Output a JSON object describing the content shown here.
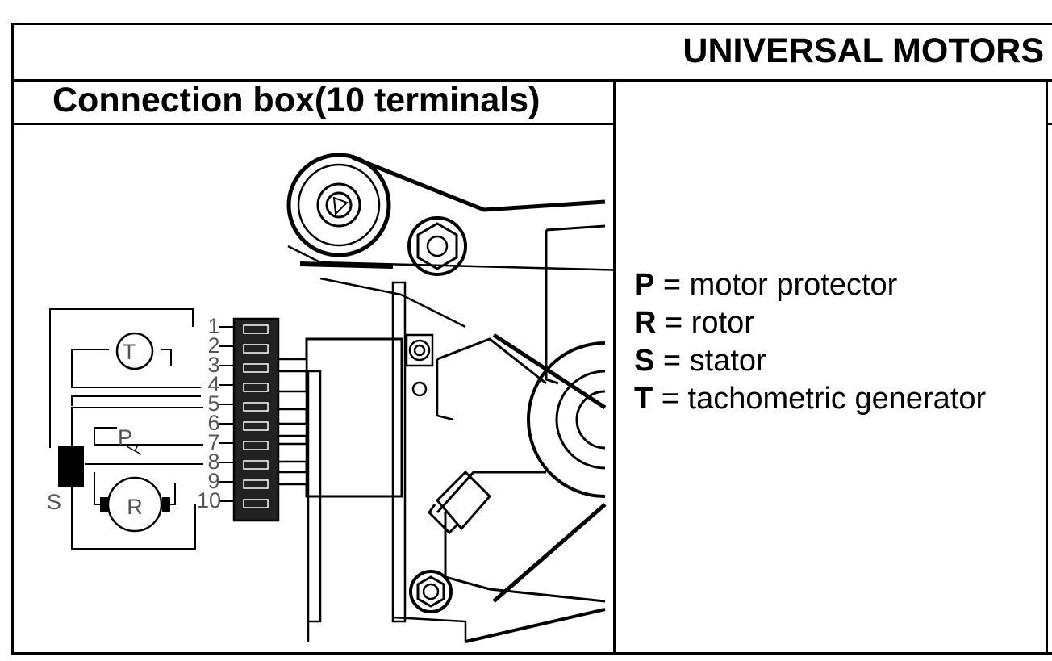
{
  "title": "UNIVERSAL MOTORS",
  "connection_box": {
    "header": "Connection box(10 terminals)",
    "terminal_numbers": [
      "1",
      "2",
      "3",
      "4",
      "5",
      "6",
      "7",
      "8",
      "9",
      "10"
    ],
    "component_labels": {
      "tachometer": "T",
      "protector": "P",
      "stator": "S",
      "rotor": "R"
    }
  },
  "legend": [
    {
      "key": "P",
      "sep": " = ",
      "text": "motor protector"
    },
    {
      "key": "R",
      "sep": " = ",
      "text": "rotor"
    },
    {
      "key": "S",
      "sep": " = ",
      "text": "stator"
    },
    {
      "key": "T",
      "sep": " = ",
      "text": "tachometric generator"
    }
  ]
}
